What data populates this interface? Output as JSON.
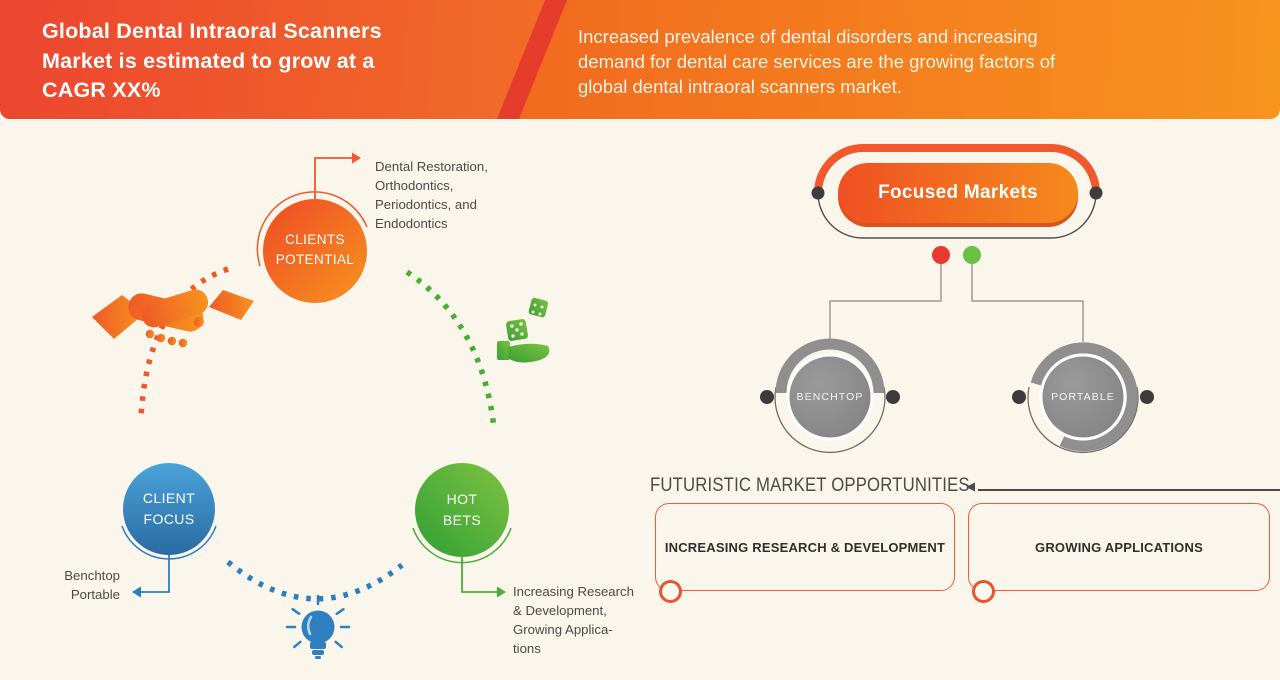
{
  "header": {
    "title": "Global Dental Intraoral Scanners\nMarket is estimated to grow at a\nCAGR XX%",
    "subtitle": "Increased prevalence of dental disorders and increasing\ndemand for dental care services are the growing factors of\nglobal dental intraoral scanners market."
  },
  "cycle": {
    "clients_potential": {
      "label": "CLIENTS\nPOTENTIAL",
      "annotation": "Dental Restoration,\nOrthodontics,\nPeriodontics, and\nEndodontics"
    },
    "client_focus": {
      "label": "CLIENT\nFOCUS",
      "annotation": "Benchtop\nPortable"
    },
    "hot_bets": {
      "label": "HOT\nBETS",
      "annotation": "Increasing Research\n& Development,\nGrowing Applica-\ntions"
    }
  },
  "market_tree": {
    "root_label": "Focused Markets",
    "children": [
      {
        "label": "BENCHTOP"
      },
      {
        "label": "PORTABLE"
      }
    ]
  },
  "opportunities": {
    "heading": "FUTURISTIC MARKET OPPORTUNITIES",
    "items": [
      {
        "label": "INCREASING RESEARCH & DEVELOPMENT"
      },
      {
        "label": "GROWING APPLICATIONS"
      }
    ]
  },
  "colors": {
    "accent_orange": "#f15a29",
    "accent_orange_light": "#f7941e",
    "accent_red": "#e8392e",
    "accent_green": "#4aad37",
    "accent_blue": "#2b7fc0",
    "node_gray": "#8d8d8d",
    "text_dark": "#4a4a4a",
    "background": "#faf6ec"
  }
}
